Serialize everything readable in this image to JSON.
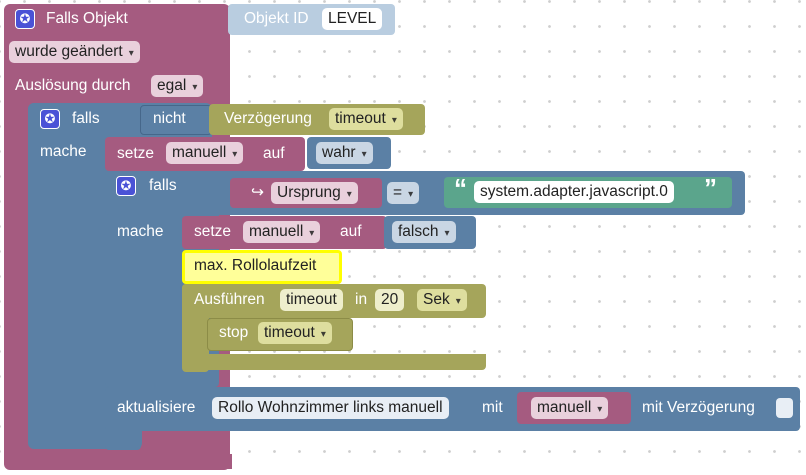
{
  "colors": {
    "event": "#a55b80",
    "logic": "#5b80a5",
    "timer": "#a5a55b",
    "text": "#5ba58c",
    "comment": "#ffff99"
  },
  "trigger": {
    "title": "Falls Objekt",
    "object_id_label": "Objekt ID",
    "object_id_value": "LEVEL",
    "change_option": "wurde geändert",
    "trigger_by_label": "Auslösung durch",
    "trigger_by_value": "egal"
  },
  "outer_if": {
    "if_label": "falls",
    "not_label": "nicht",
    "delay_label": "Verzögerung",
    "delay_value": "timeout",
    "do_label": "mache"
  },
  "set_manual_true": {
    "set_label": "setze",
    "var": "manuell",
    "to_label": "auf",
    "value": "wahr"
  },
  "inner_if": {
    "if_label": "falls",
    "source_icon": "↪",
    "source_label": "Ursprung",
    "operator": "=",
    "open_quote": "“",
    "close_quote": "”",
    "compare_value": "system.adapter.javascript.0",
    "do_label": "mache"
  },
  "set_manual_false": {
    "set_label": "setze",
    "var": "manuell",
    "to_label": "auf",
    "value": "falsch"
  },
  "comment": "max. Rollolaufzeit",
  "timeout_block": {
    "run_label": "Ausführen",
    "name": "timeout",
    "in_label": "in",
    "duration": "20",
    "unit": "Sek"
  },
  "stop_block": {
    "stop_label": "stop",
    "name": "timeout"
  },
  "update_block": {
    "label": "aktualisiere",
    "target": "Rollo Wohnzimmer links manuell",
    "with_label": "mit",
    "var": "manuell",
    "delay_label": "mit Verzögerung"
  }
}
